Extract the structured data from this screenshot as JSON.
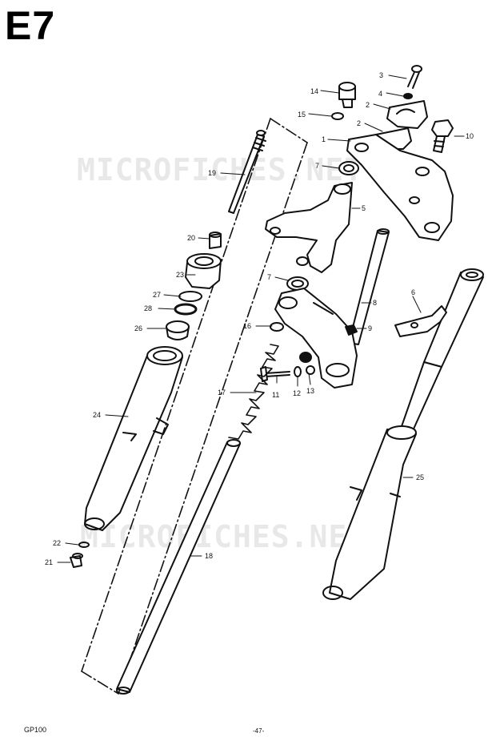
{
  "section_code": "E7",
  "model": "GP100",
  "page_number": "-47-",
  "watermark": "MICROFICHES.NET",
  "callouts": [
    "1",
    "2",
    "2",
    "3",
    "4",
    "5",
    "6",
    "7",
    "7",
    "8",
    "9",
    "10",
    "11",
    "12",
    "13",
    "14",
    "15",
    "16",
    "17",
    "18",
    "19",
    "20",
    "21",
    "22",
    "23",
    "24",
    "25",
    "26",
    "27",
    "28"
  ]
}
